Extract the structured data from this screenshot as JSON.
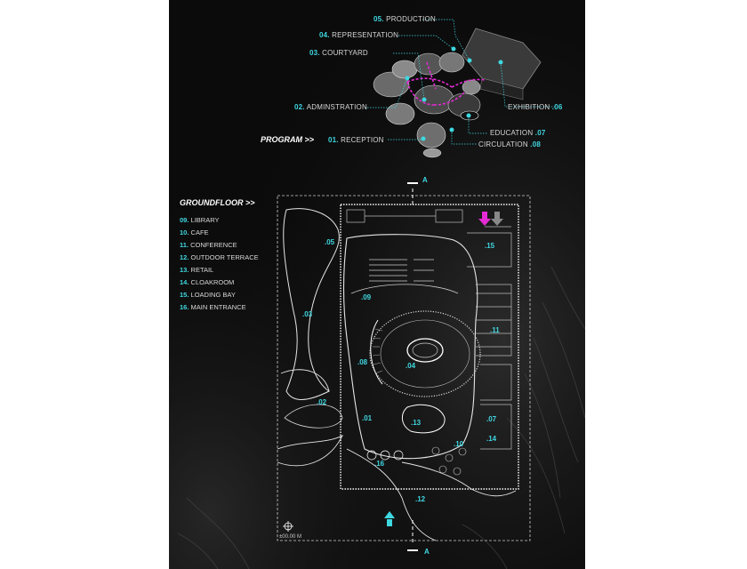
{
  "program": {
    "heading": "PROGRAM >>",
    "items": [
      {
        "num": "01.",
        "label": "RECEPTION"
      },
      {
        "num": "02.",
        "label": "ADMINSTRATION"
      },
      {
        "num": "03.",
        "label": "COURTYARD"
      },
      {
        "num": "04.",
        "label": "REPRESENTATION"
      },
      {
        "num": "05.",
        "label": "PRODUCTION"
      },
      {
        "num": ".06",
        "label": "EXHIBITION"
      },
      {
        "num": ".07",
        "label": "EDUCATION"
      },
      {
        "num": ".08",
        "label": "CIRCULATION"
      }
    ]
  },
  "groundfloor": {
    "heading": "GROUNDFLOOR >>",
    "items": [
      {
        "num": "09.",
        "label": "LIBRARY"
      },
      {
        "num": "10.",
        "label": "CAFE"
      },
      {
        "num": "11.",
        "label": "CONFERENCE"
      },
      {
        "num": "12.",
        "label": "OUTDOOR TERRACE"
      },
      {
        "num": "13.",
        "label": "RETAIL"
      },
      {
        "num": "14.",
        "label": "CLOAKROOM"
      },
      {
        "num": "15.",
        "label": "LOADING BAY"
      },
      {
        "num": "16.",
        "label": "MAIN ENTRANCE"
      }
    ]
  },
  "plan_labels": [
    ".01",
    ".02",
    ".03",
    ".04",
    ".05",
    ".07",
    ".08",
    ".09",
    ".10",
    ".11",
    ".12",
    ".13",
    ".14",
    ".15",
    ".16"
  ],
  "section_marker": "A",
  "level": "±00.00 M",
  "colors": {
    "accent": "#3fd7e0",
    "highlight": "#e42bd4",
    "background": "#0b0b0b"
  }
}
